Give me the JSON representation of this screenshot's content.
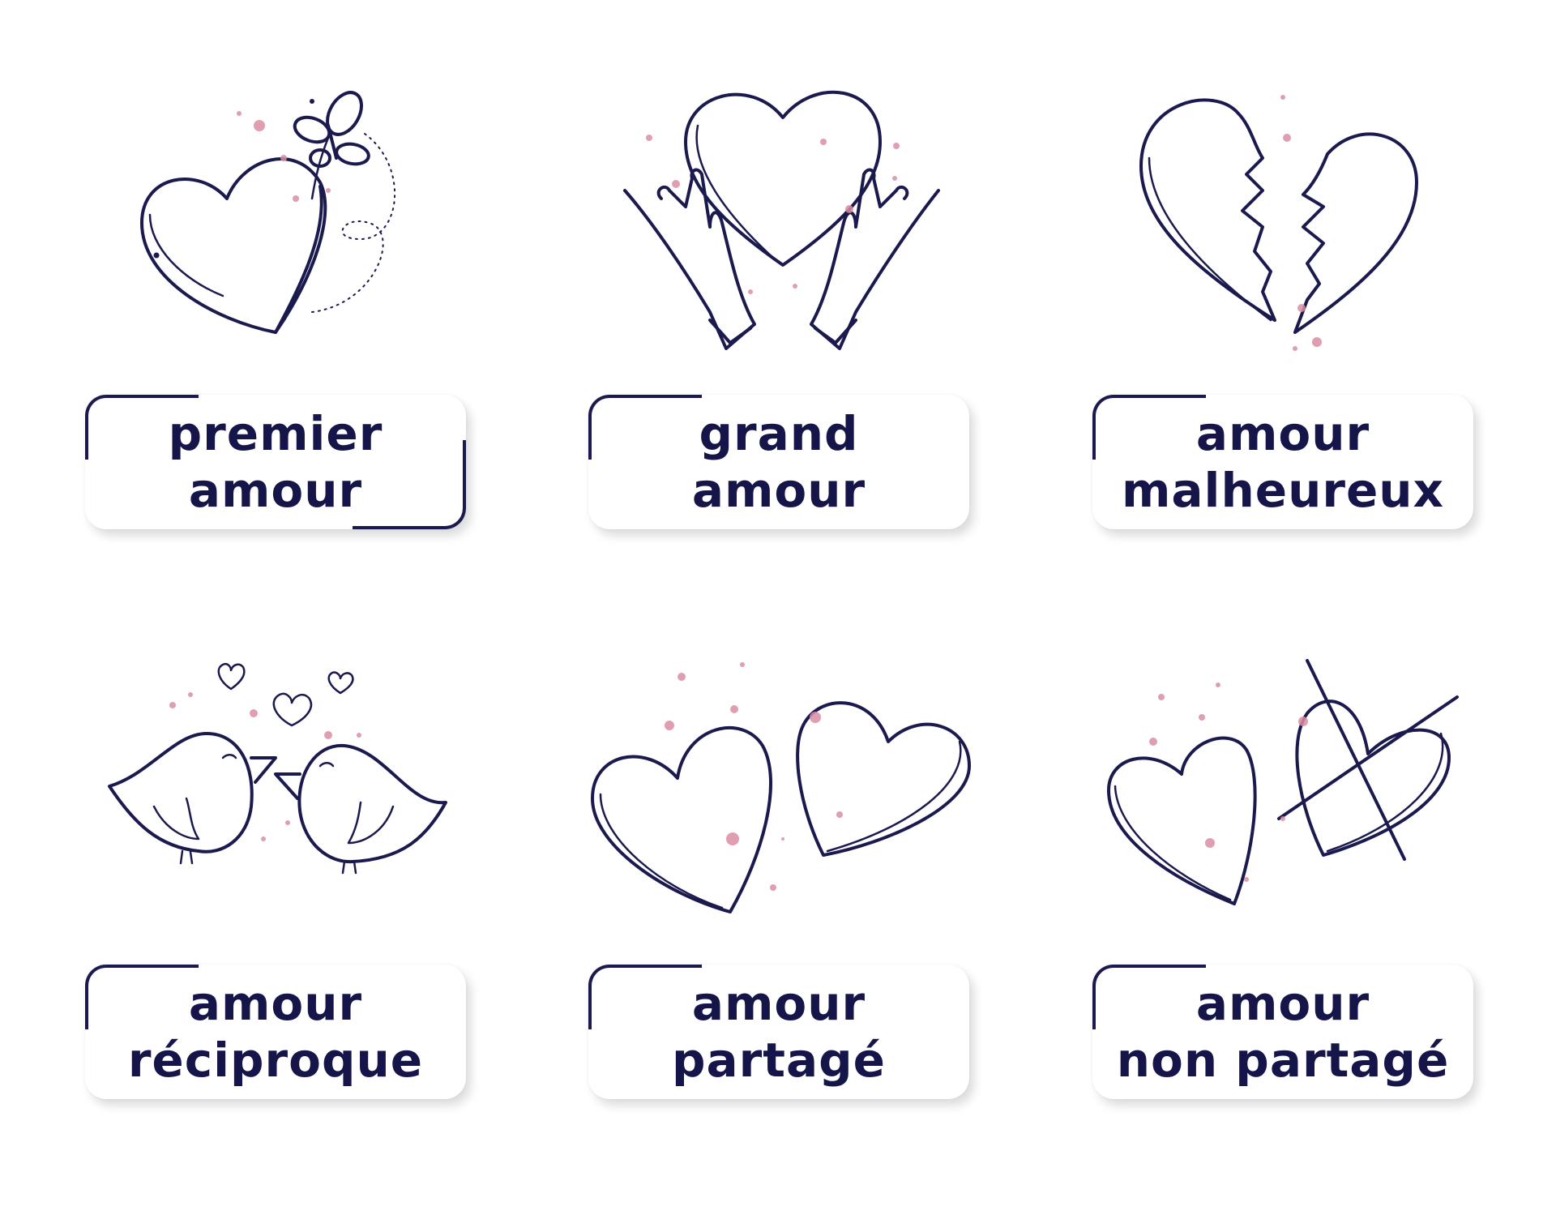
{
  "colors": {
    "ink": "#1a1a4e",
    "accent_dots": "#d98ea2",
    "background": "#ffffff"
  },
  "cards": [
    {
      "line1": "premier",
      "line2": "amour",
      "icon": "heart-with-butterfly-icon"
    },
    {
      "line1": "grand",
      "line2": "amour",
      "icon": "heart-in-hands-icon"
    },
    {
      "line1": "amour",
      "line2": "malheureux",
      "icon": "broken-heart-icon"
    },
    {
      "line1": "amour",
      "line2": "réciproque",
      "icon": "love-birds-icon"
    },
    {
      "line1": "amour",
      "line2": "partagé",
      "icon": "two-hearts-icon"
    },
    {
      "line1": "amour",
      "line2": "non partagé",
      "icon": "crossed-out-heart-icon"
    }
  ]
}
